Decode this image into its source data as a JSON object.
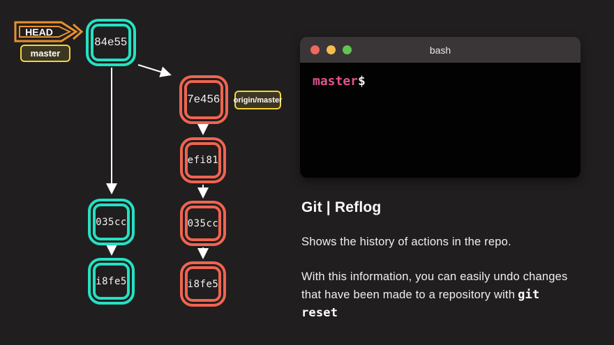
{
  "colors": {
    "background": "#201e1f",
    "teal_branch": "#24e2c2",
    "red_branch": "#f06450",
    "head_arrow_orange": "#e8912d",
    "tag_yellow": "#f3d53a",
    "prompt_pink": "#e0548d",
    "terminal_titlebar": "#3a3637",
    "terminal_body": "#030202"
  },
  "head_tag": {
    "label": "HEAD"
  },
  "tags": {
    "master": "master",
    "origin_master": "origin/master"
  },
  "graph": {
    "nodes": [
      {
        "id": "commit-84e55",
        "label": "84e55",
        "branch": "teal"
      },
      {
        "id": "commit-7e456",
        "label": "7e456",
        "branch": "red"
      },
      {
        "id": "commit-efi81",
        "label": "efi81",
        "branch": "red"
      },
      {
        "id": "commit-035cc-teal",
        "label": "035cc",
        "branch": "teal"
      },
      {
        "id": "commit-i8fe5-teal",
        "label": "i8fe5",
        "branch": "teal"
      },
      {
        "id": "commit-035cc-red",
        "label": "035cc",
        "branch": "red"
      },
      {
        "id": "commit-i8fe5-red",
        "label": "i8fe5",
        "branch": "red"
      }
    ],
    "edges": [
      "84e55 -> 035cc (teal)",
      "84e55 -> 7e456 (red)",
      "7e456 -> efi81",
      "efi81 -> 035cc (red)",
      "035cc -> i8fe5 (red)",
      "035cc -> i8fe5 (teal)"
    ]
  },
  "terminal": {
    "title": "bash",
    "prompt_branch": "master",
    "prompt_symbol": "$",
    "window_buttons": [
      "close",
      "minimize",
      "zoom"
    ]
  },
  "panel": {
    "title": "Git | Reflog",
    "paragraph1": "Shows the history of actions in the repo.",
    "paragraph2_text": "With this information, you can easily undo changes that have been made to a repository with",
    "paragraph2_code": "git reset"
  }
}
